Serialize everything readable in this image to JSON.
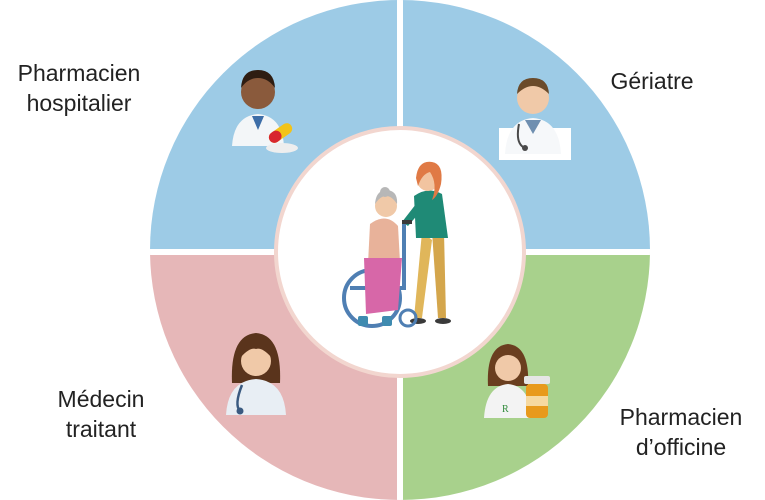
{
  "colors": {
    "background": "#ffffff",
    "quadrant_top_left": "#9dcbe6",
    "quadrant_top_right": "#9dcbe6",
    "quadrant_bottom_left": "#e6b7b8",
    "quadrant_bottom_right": "#a8d18c",
    "separator": "#ffffff",
    "center_fill": "#ffffff",
    "center_ring": "#f2d6cf"
  },
  "roles": {
    "top_left": {
      "line1": "Pharmacien",
      "line2": "hospitalier",
      "icon": "male-pharmacist-with-pills-icon"
    },
    "top_right": {
      "line1": "Gériatre",
      "icon": "male-doctor-with-stethoscope-icon"
    },
    "bottom_left": {
      "line1": "Médecin",
      "line2": "traitant",
      "icon": "female-doctor-with-stethoscope-icon"
    },
    "bottom_right": {
      "line1": "Pharmacien",
      "line2": "d’officine",
      "icon": "female-pharmacist-with-pill-bottle-icon"
    }
  },
  "center": {
    "icon": "caregiver-pushing-elderly-woman-in-wheelchair-illustration"
  }
}
